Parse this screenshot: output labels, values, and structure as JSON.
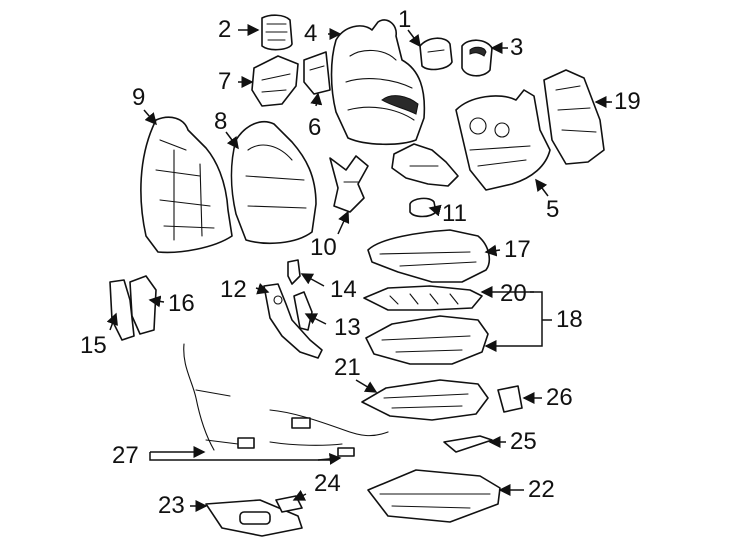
{
  "callouts": {
    "c1": "1",
    "c2": "2",
    "c3": "3",
    "c4": "4",
    "c5": "5",
    "c6": "6",
    "c7": "7",
    "c8": "8",
    "c9": "9",
    "c10": "10",
    "c11": "11",
    "c12": "12",
    "c13": "13",
    "c14": "14",
    "c15": "15",
    "c16": "16",
    "c17": "17",
    "c18": "18",
    "c19": "19",
    "c20": "20",
    "c21": "21",
    "c22": "22",
    "c23": "23",
    "c24": "24",
    "c25": "25",
    "c26": "26",
    "c27": "27"
  },
  "colors": {
    "line": "#111111",
    "background": "#ffffff",
    "shading": "#2a2a2a"
  }
}
